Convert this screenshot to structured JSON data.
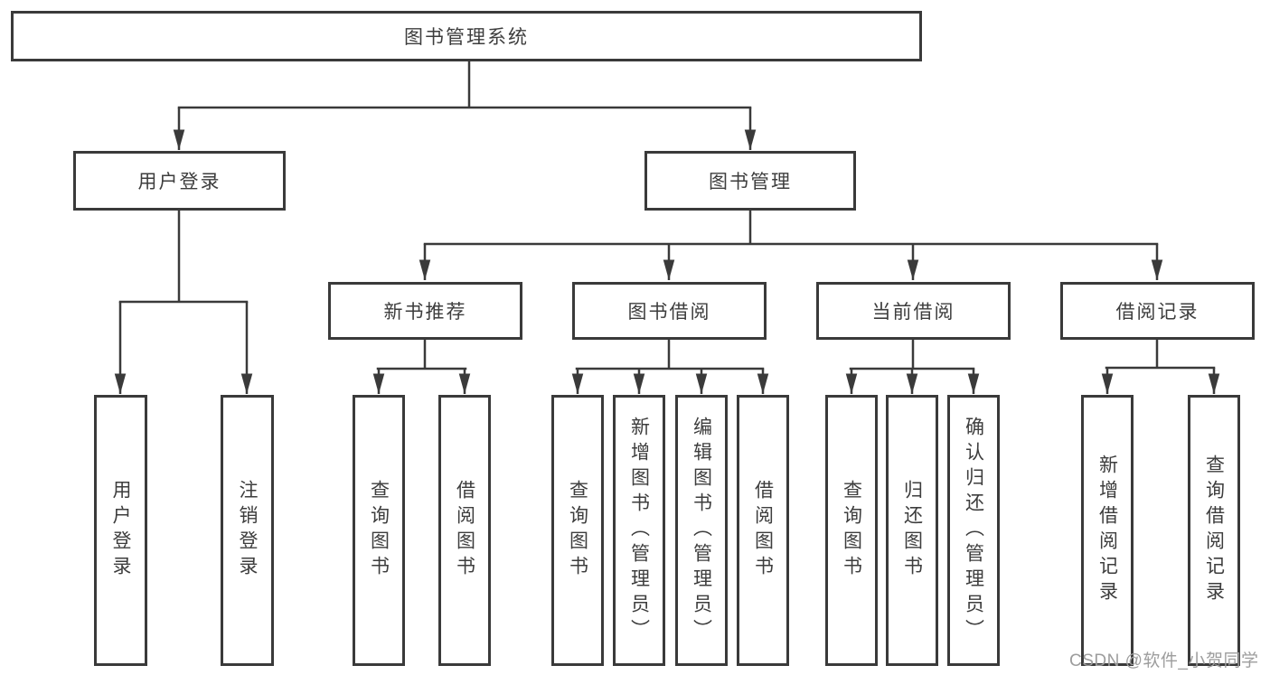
{
  "diagram": {
    "root": {
      "label": "图书管理系统"
    },
    "branches": [
      {
        "label": "用户登录",
        "leaves": [
          {
            "label": "用户登录"
          },
          {
            "label": "注销登录"
          }
        ]
      },
      {
        "label": "图书管理",
        "groups": [
          {
            "label": "新书推荐",
            "leaves": [
              {
                "label": "查询图书"
              },
              {
                "label": "借阅图书"
              }
            ]
          },
          {
            "label": "图书借阅",
            "leaves": [
              {
                "label": "查询图书"
              },
              {
                "label": "新增图书（管理员）"
              },
              {
                "label": "编辑图书（管理员）"
              },
              {
                "label": "借阅图书"
              }
            ]
          },
          {
            "label": "当前借阅",
            "leaves": [
              {
                "label": "查询图书"
              },
              {
                "label": "归还图书"
              },
              {
                "label": "确认归还（管理员）"
              }
            ]
          },
          {
            "label": "借阅记录",
            "leaves": [
              {
                "label": "新增借阅记录"
              },
              {
                "label": "查询借阅记录"
              }
            ]
          }
        ]
      }
    ]
  },
  "watermark": {
    "text": "CSDN @软件_小贺同学"
  },
  "colors": {
    "line": "#3a3a3a",
    "text": "#3d3d3d",
    "box_background": "#ffffff",
    "page_background": "#ffffff",
    "watermark": "#9d9d9d"
  }
}
